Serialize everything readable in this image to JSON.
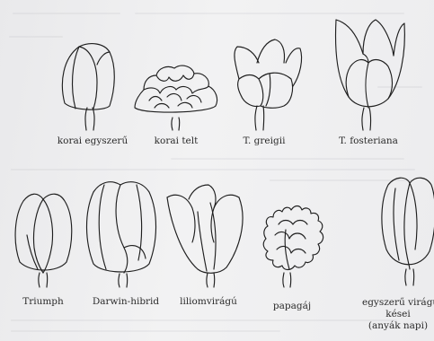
{
  "labels": {
    "korai_egyszeru": "korai egyszerű",
    "korai_telt": "korai telt",
    "t_greigii": "T. greigii",
    "t_fosteriana": "T. fosteriana",
    "triumph": "Triumph",
    "darwin_hibrid": "Darwin-hibrid",
    "liliomviragu": "liliomvirágú",
    "papagaj": "papagáj",
    "egyszeru_kesei_1": "egyszerű virágú",
    "egyszeru_kesei_2": "kései",
    "egyszeru_kesei_3": "(anyák napi)"
  }
}
